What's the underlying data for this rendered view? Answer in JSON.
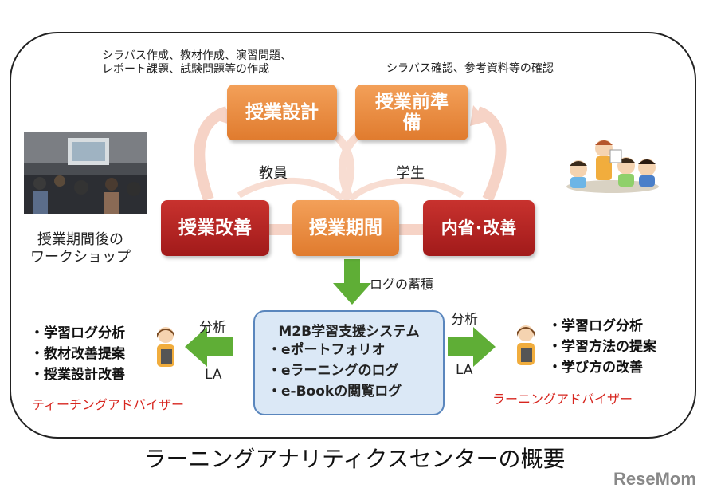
{
  "notes": {
    "faculty_prep": "シラバス作成、教材作成、演習問題、\nレポート課題、試験問題等の作成",
    "student_prep": "シラバス確認、参考資料等の確認"
  },
  "boxes": {
    "design": "授業設計",
    "prep": "授業前準備",
    "improve": "授業改善",
    "period": "授業期間",
    "reflect": "内省･改善"
  },
  "labels": {
    "faculty": "教員",
    "student": "学生",
    "log": "ログの蓄積",
    "workshop": "授業期間後の\nワークショップ",
    "analysis_left": "分析",
    "la_left": "LA",
    "analysis_right": "分析",
    "la_right": "LA"
  },
  "system": {
    "title": "M2B学習支援システム",
    "items": [
      "・eポートフォリオ",
      "・eラーニングのログ",
      "・e-Bookの閲覧ログ"
    ]
  },
  "left_list": [
    "・学習ログ分析",
    "・教材改善提案",
    "・授業設計改善"
  ],
  "right_list": [
    "・学習ログ分析",
    "・学習方法の提案",
    "・学び方の改善"
  ],
  "roles": {
    "teaching": "ティーチングアドバイザー",
    "learning": "ラーニングアドバイザー"
  },
  "caption": "ラーニングアナリティクスセンターの概要",
  "logo": "ReseMom",
  "colors": {
    "orange": "#e8893a",
    "red": "#b3231f",
    "green": "#5fae36",
    "system_bg": "#dbe8f6",
    "role_text": "#d7261f"
  }
}
